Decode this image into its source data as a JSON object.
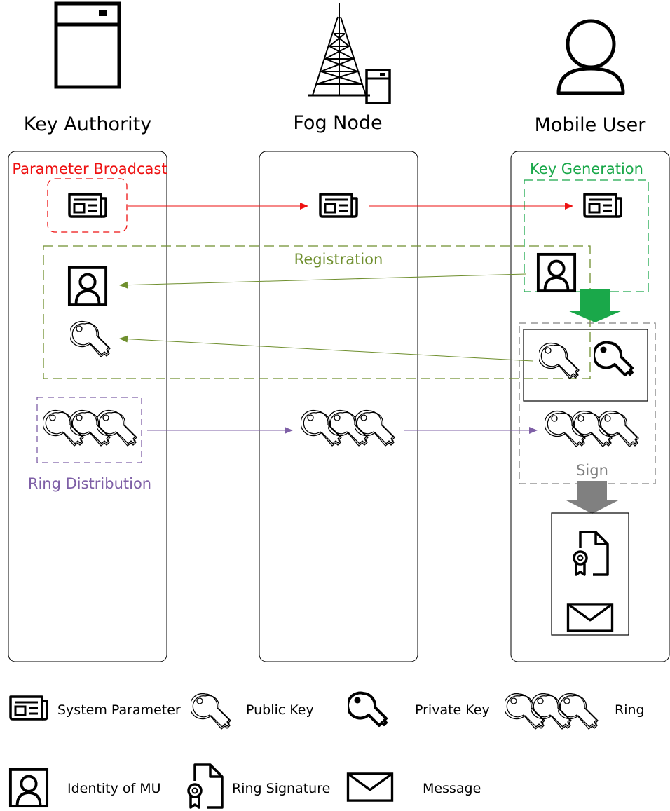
{
  "actors": {
    "key_authority": "Key Authority",
    "fog_node": "Fog Node",
    "mobile_user": "Mobile User"
  },
  "phases": {
    "parameter_broadcast": "Parameter Broadcast",
    "key_generation": "Key Generation",
    "registration": "Registration",
    "ring_distribution": "Ring Distribution",
    "sign": "Sign"
  },
  "legend": {
    "system_parameter": "System Parameter",
    "public_key": "Public Key",
    "private_key": "Private Key",
    "ring": "Ring",
    "identity_of_mu": "Identity of MU",
    "ring_signature": "Ring Signature",
    "message": "Message"
  },
  "colors": {
    "parameter_broadcast": "#ee1111",
    "key_generation": "#1aa84a",
    "registration": "#6f8f2e",
    "ring_distribution": "#7e5fa6",
    "sign": "#808080"
  },
  "icons": {
    "system_parameter": "newspaper-icon",
    "public_key": "outline-key-icon",
    "private_key": "solid-key-icon",
    "ring": "ring-of-keys-icon",
    "identity": "identity-card-icon",
    "ring_signature": "certificate-document-icon",
    "message": "envelope-icon"
  }
}
